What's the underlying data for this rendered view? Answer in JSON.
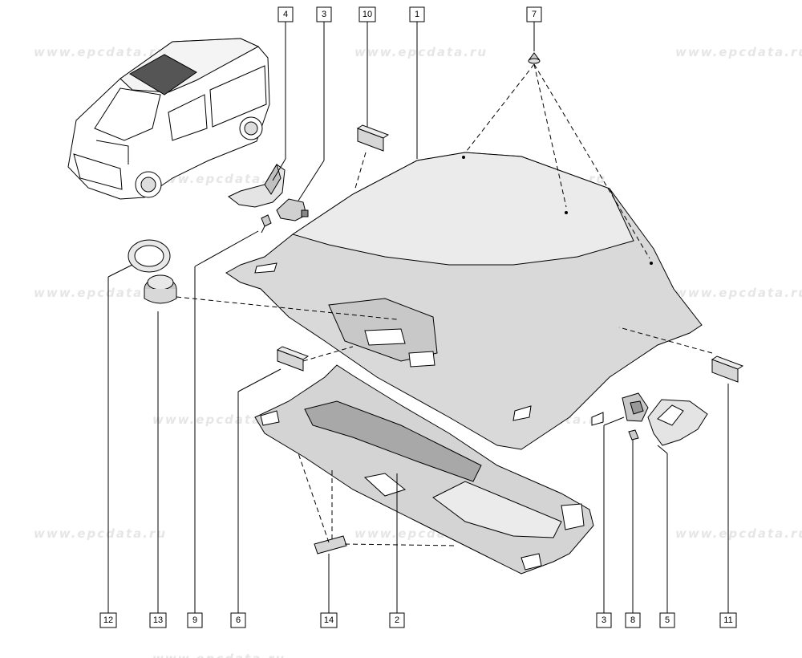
{
  "watermark": "www.epcdata.ru",
  "callouts": {
    "top": [
      "4",
      "3",
      "10",
      "1",
      "7"
    ],
    "bottom": [
      "12",
      "13",
      "9",
      "6",
      "14",
      "2",
      "3",
      "8",
      "5",
      "11"
    ]
  },
  "colors": {
    "part_fill": "#d9d9d9",
    "part_fill_light": "#ebebeb",
    "part_fill_dark": "#a8a8a8",
    "line": "#000000",
    "watermark": "#e6e6e6"
  }
}
